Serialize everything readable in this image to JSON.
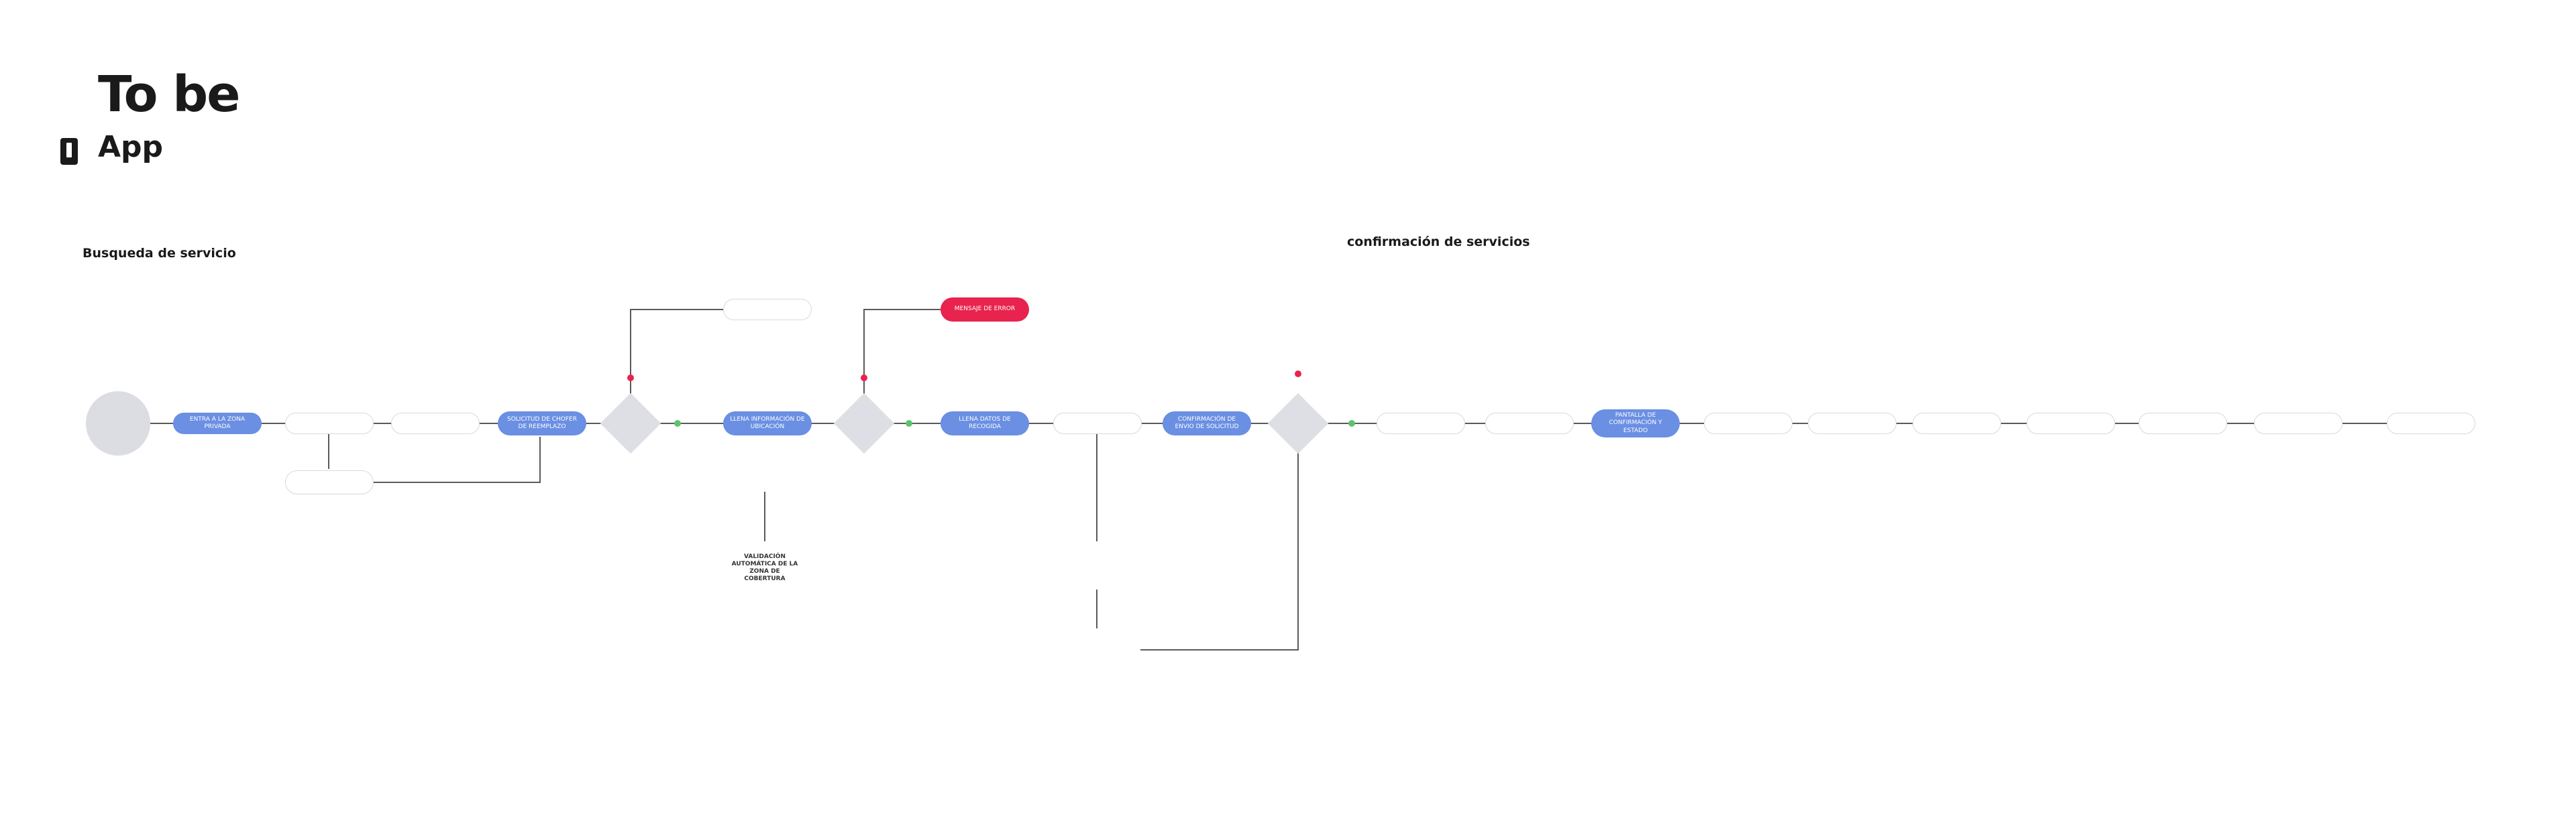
{
  "header": {
    "title": "To be",
    "subtitle": "App",
    "subtitle_icon": "smartphone-icon"
  },
  "sections": {
    "search": "Busqueda de servicio",
    "confirmation": "confirmación de servicios"
  },
  "nodes": {
    "start": "",
    "zona_privada": "ENTRA A LA ZONA PRIVADA",
    "solicitud_chofer": "SOLICITUD DE CHOFER DE REEMPLAZO",
    "info_ubicacion": "LLENA INFORMACIÓN DE UBICACIÓN",
    "datos_recogida": "LLENA DATOS DE RECOGIDA",
    "mensaje_error": "MENSAJE DE ERROR",
    "confirmacion_envio": "CONFIRMACIÓN DE ENVIO DE SOLICITUD",
    "pantalla_confirmacion": "PANTALLA DE CONFIRMACIÓN Y ESTADO",
    "validacion_zona": "VALIDACIÓN AUTOMÁTICA DE LA ZONA DE COBERTURA"
  },
  "colors": {
    "blue_node": "#6a8fe3",
    "red_node": "#e8234d",
    "diamond": "#dedfe5",
    "line": "#5a5a5a",
    "green_mark": "#58c66e"
  }
}
